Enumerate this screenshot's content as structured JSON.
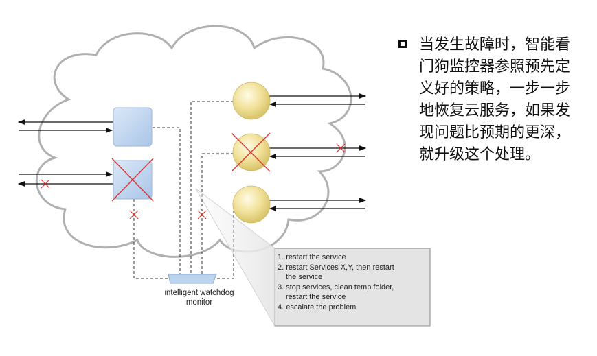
{
  "bullet": {
    "text": "当发生故障时，智能看门狗监控器参照预先定义好的策略，一步一步地恢复云服务，如果发现问题比预期的更深，就升级这个处理。"
  },
  "monitor": {
    "line1": "intelligent watchdog",
    "line2": "monitor"
  },
  "steps": {
    "s1": "1. restart the service",
    "s2a": "2. restart Services X,Y, then restart",
    "s2b": "the service",
    "s3a": "3. stop services, clean temp folder,",
    "s3b": "restart the service",
    "s4": "4. escalate the problem"
  },
  "colors": {
    "failure_mark": "#e0302e",
    "square_node": "#bcd4ee",
    "sphere_node": "#f2e29c",
    "cloud_outline": "#b0b0b0",
    "callout_fill": "#e4e4e4"
  }
}
